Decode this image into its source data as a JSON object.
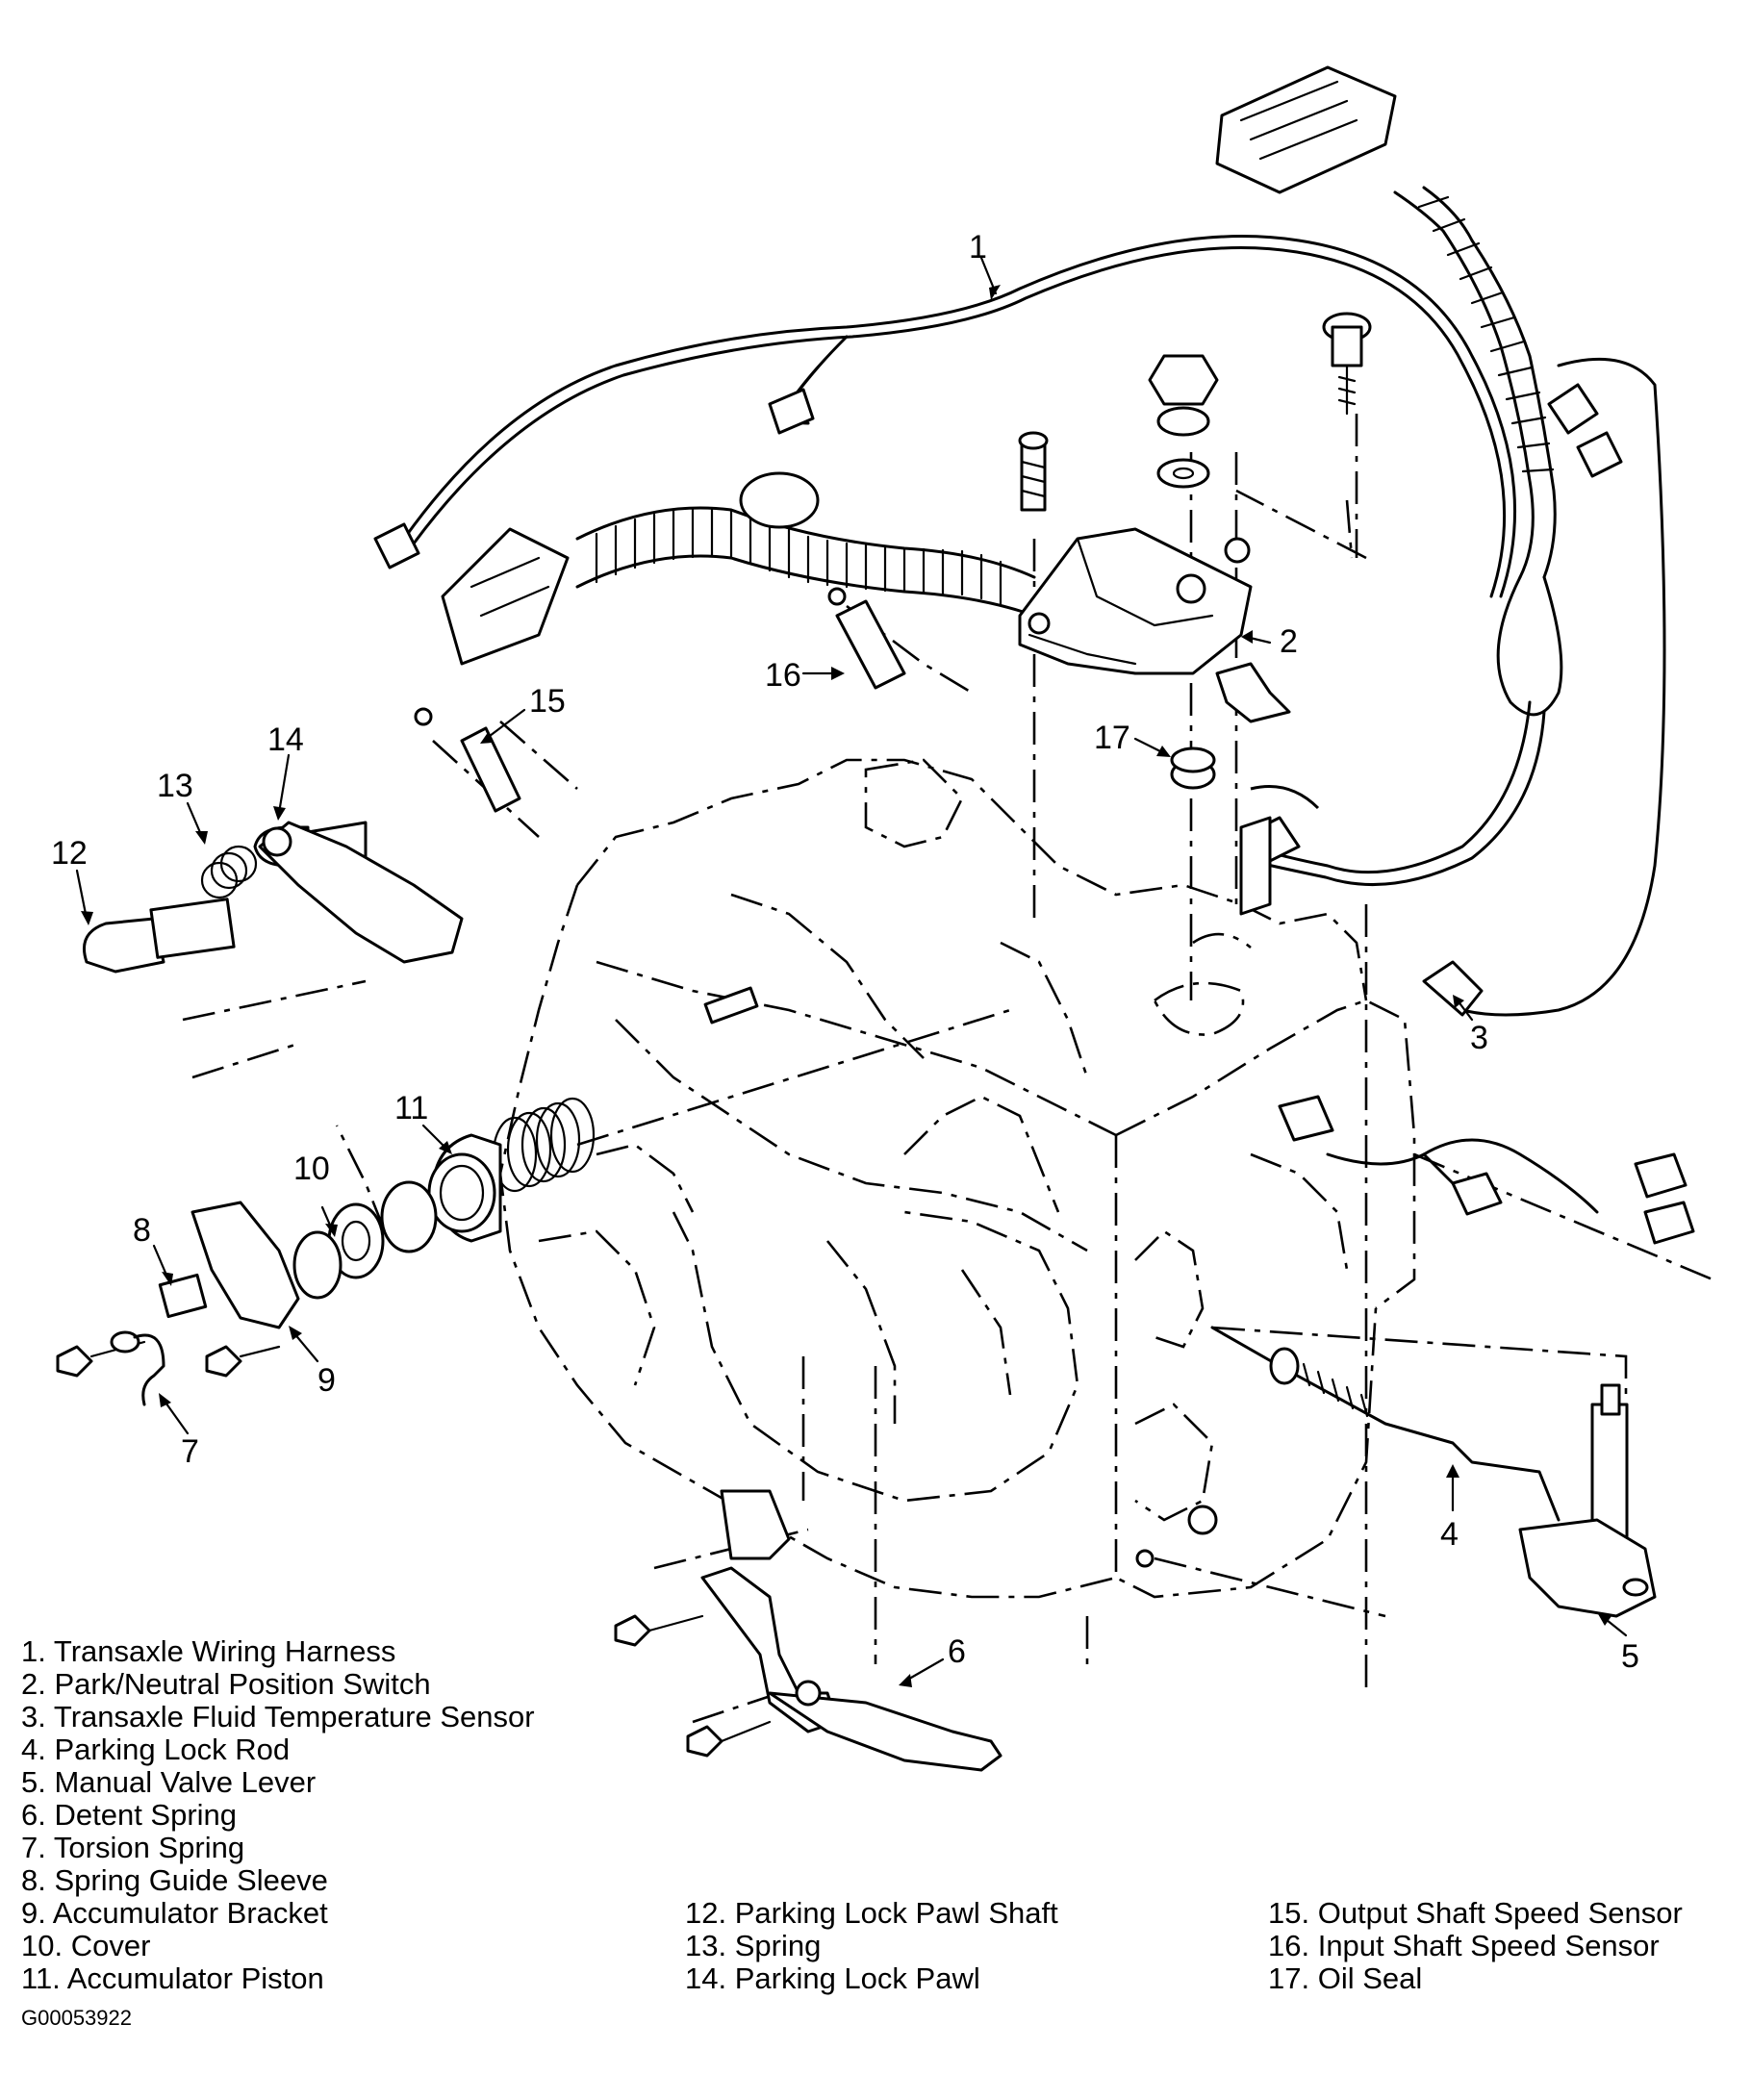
{
  "callouts": [
    "1",
    "2",
    "3",
    "4",
    "5",
    "6",
    "7",
    "8",
    "9",
    "10",
    "11",
    "12",
    "13",
    "14",
    "15",
    "16",
    "17"
  ],
  "legend": {
    "col1": [
      "1. Transaxle Wiring Harness",
      "2. Park/Neutral Position Switch",
      "3. Transaxle Fluid Temperature Sensor",
      "4. Parking Lock Rod",
      "5. Manual Valve Lever",
      "6. Detent Spring",
      "7. Torsion Spring",
      "8. Spring Guide Sleeve",
      "9. Accumulator Bracket",
      "10. Cover",
      "11. Accumulator Piston"
    ],
    "col2": [
      "12. Parking Lock Pawl Shaft",
      "13. Spring",
      "14. Parking Lock Pawl"
    ],
    "col3": [
      "15. Output Shaft Speed Sensor",
      "16. Input Shaft Speed Sensor",
      "17. Oil Seal"
    ]
  },
  "figure_id": "G00053922"
}
